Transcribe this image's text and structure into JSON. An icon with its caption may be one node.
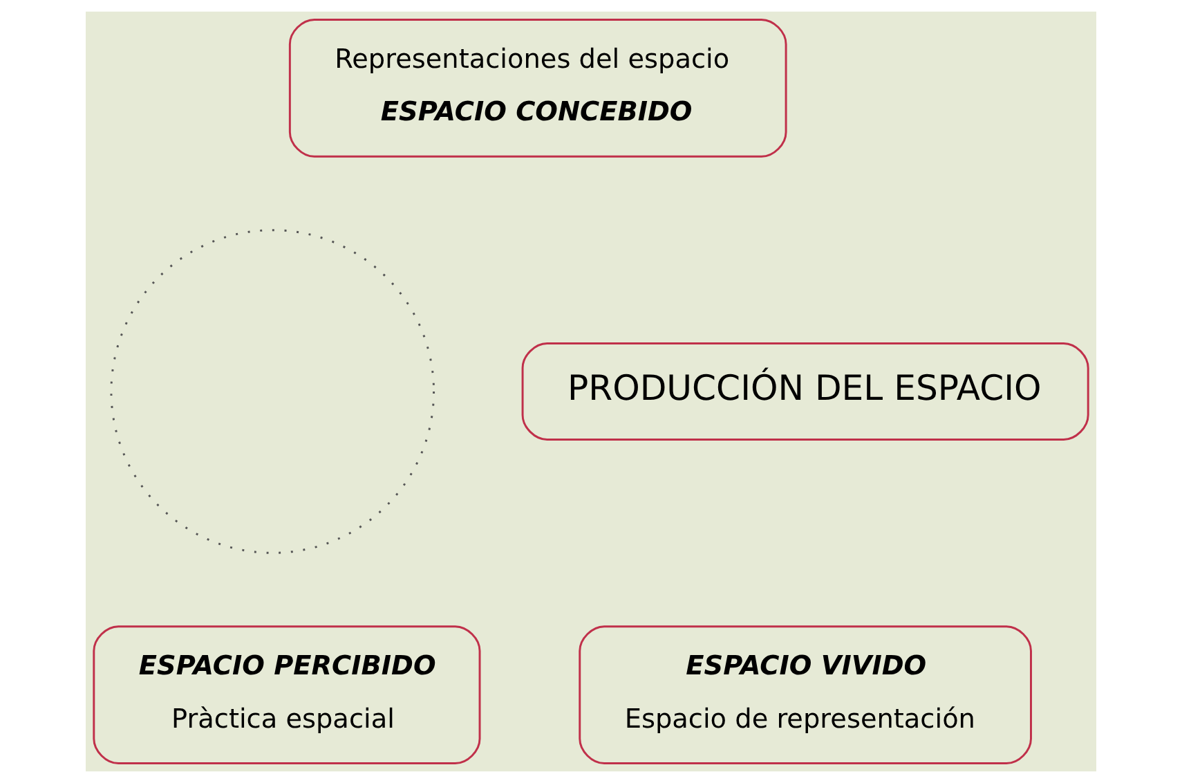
{
  "diagram": {
    "nodes": [
      {
        "text": [
          "Representaciones del espacio",
          "ESPACIO CONCEBIDO"
        ]
      },
      {
        "text": [],
        "shape": "circle"
      },
      {
        "text": [
          "PRODUCCIÓN DEL ESPACIO"
        ]
      },
      {
        "text": [
          "ESPACIO VIVIDO",
          "Espacio de representación"
        ]
      },
      {
        "text": [
          "ESPACIO PERCIBIDO",
          "Pràctica espacial"
        ]
      }
    ]
  }
}
